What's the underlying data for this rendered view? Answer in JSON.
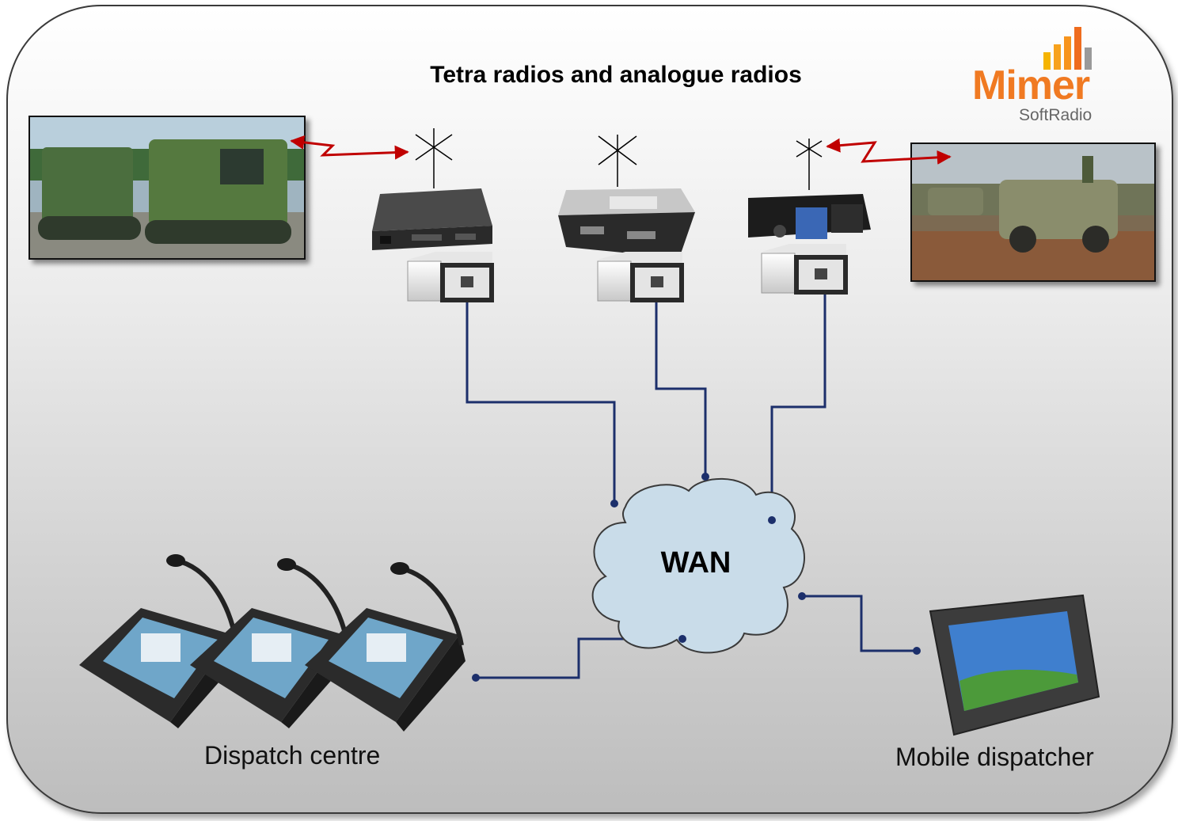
{
  "title": "Tetra radios and analogue radios",
  "logo": {
    "name": "Mimer",
    "sub": "SoftRadio",
    "colors": [
      "#f5b400",
      "#f7941d",
      "#ef6c1e",
      "#9a9a9a",
      "#7a7a7a"
    ]
  },
  "network": {
    "label": "WAN",
    "cloud_fill": "#c9dce9",
    "line_color": "#1c2f6b"
  },
  "captions": {
    "dispatch": "Dispatch centre",
    "mobile": "Mobile dispatcher"
  },
  "link_color": "#c00000",
  "devices": {
    "radios": [
      "radio-box-icon",
      "radio-unit-icon",
      "mobile-radio-icon"
    ],
    "interfaces": [
      "interface-box-icon",
      "interface-box-icon",
      "interface-box-icon"
    ],
    "consoles": [
      "dispatch-console-icon",
      "dispatch-console-icon",
      "dispatch-console-icon"
    ],
    "tablet": "rugged-tablet-icon",
    "photos": [
      "tracked-vehicle-photo",
      "military-vehicle-photo"
    ]
  }
}
